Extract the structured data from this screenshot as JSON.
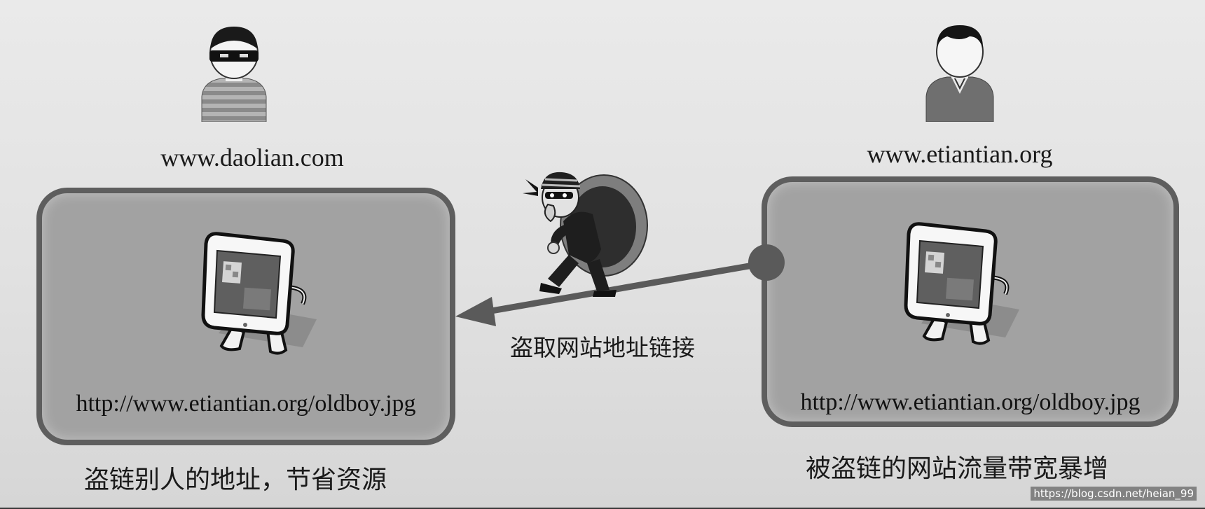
{
  "left": {
    "site": "www.daolian.com",
    "url": "http://www.etiantian.org/oldboy.jpg",
    "caption": "盗链别人的地址，节省资源"
  },
  "right": {
    "site": "www.etiantian.org",
    "url": "http://www.etiantian.org/oldboy.jpg",
    "caption": "被盗链的网站流量带宽暴增"
  },
  "arrow": {
    "label": "盗取网站地址链接"
  },
  "watermark": "https://blog.csdn.net/heian_99",
  "colors": {
    "background": "#e3e3e3",
    "panel_fill": "#a2a2a2",
    "panel_border": "#5e5e5e",
    "arrow": "#5a5a5a"
  },
  "icons": {
    "left_person": "masked-thief-icon",
    "right_person": "user-icon",
    "thief": "thief-with-sack-icon",
    "computer": "computer-monitor-icon"
  }
}
